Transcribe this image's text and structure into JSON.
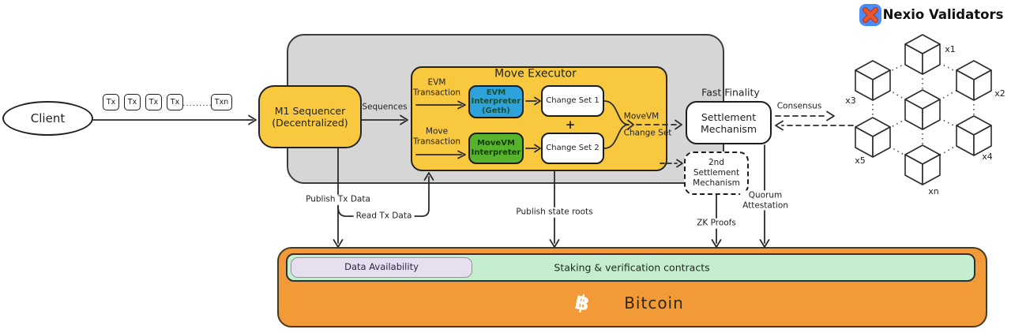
{
  "client": {
    "label": "Client"
  },
  "tx_stream": {
    "boxes": [
      "Tx",
      "Tx",
      "Tx",
      "Tx"
    ],
    "dots": ".........",
    "last": "Txn"
  },
  "sequencer": {
    "line1": "M1 Sequencer",
    "line2": "(Decentralized)"
  },
  "executor": {
    "title": "Move Executor",
    "evm_tx": [
      "EVM",
      "Transaction"
    ],
    "move_tx": [
      "Move",
      "Transaction"
    ],
    "evm_interpreter": [
      "EVM",
      "Interpreter",
      "(Geth)"
    ],
    "move_interpreter": [
      "MoveVM",
      "Interpreter"
    ],
    "change_set_1": "Change Set 1",
    "change_set_2": "Change Set 2",
    "plus": "+"
  },
  "settlement": {
    "caption": "Fast Finality",
    "line1": "Settlement",
    "line2": "Mechanism"
  },
  "settlement2": {
    "line1": "2nd",
    "line2": "Settlement",
    "line3": "Mechanism"
  },
  "connector_labels": {
    "sequences": "Sequences",
    "movevm_change_set_1": "MoveVM",
    "movevm_change_set_2": "Change Set",
    "consensus": "Consensus",
    "publish_tx_data": "Publish Tx Data",
    "read_tx_data": "Read Tx Data",
    "publish_state_roots": "Publish state roots",
    "zk_proofs": "ZK Proofs",
    "quorum_1": "Quorum",
    "quorum_2": "Attestation"
  },
  "validators": {
    "title": "Nexio Validators",
    "labels": [
      "x1",
      "x2",
      "x3",
      "x4",
      "x5",
      "xn"
    ]
  },
  "bitcoin": {
    "name": "Bitcoin",
    "symbol": "฿",
    "staking": "Staking & verification contracts",
    "data_availability": "Data Availability"
  },
  "colors": {
    "yellow": "#F8C83F",
    "gray": "#D6D6D6",
    "blue": "#2EA3DB",
    "green": "#58B32C",
    "orange": "#F19A37",
    "light-green": "#C4EECE",
    "lavender": "#E5DFEF",
    "icon-blue": "#4A8CF7",
    "icon-orange": "#E8572F",
    "ink": "#2b2b2b"
  }
}
